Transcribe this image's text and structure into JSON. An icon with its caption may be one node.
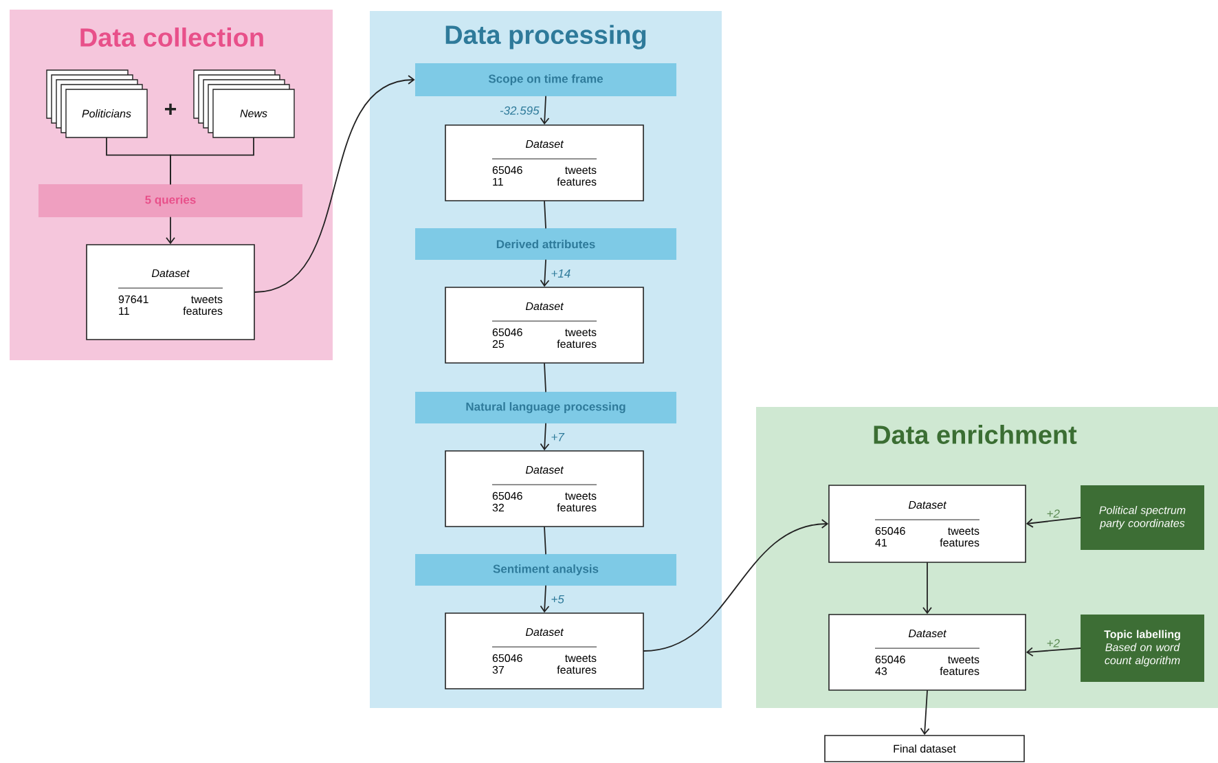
{
  "diagram": {
    "nodes": [
      {
        "text": [
          "Data collection"
        ]
      },
      {
        "text": [
          "Politicians"
        ],
        "in": 0
      },
      {
        "text": [
          "News"
        ],
        "in": 0
      },
      {
        "text": [
          "5 queries"
        ],
        "in": 0
      },
      {
        "text": [
          "Dataset",
          "97641",
          "tweets",
          "11",
          "features"
        ],
        "in": 0
      },
      {
        "text": [
          "Data processing"
        ]
      },
      {
        "text": [
          "Scope on time frame"
        ],
        "in": 5
      },
      {
        "text": [
          "Dataset",
          "65046",
          "tweets",
          "11",
          "features"
        ],
        "in": 5
      },
      {
        "text": [
          "Derived attributes"
        ],
        "in": 5
      },
      {
        "text": [
          "Dataset",
          "65046",
          "tweets",
          "25",
          "features"
        ],
        "in": 5
      },
      {
        "text": [
          "Natural language processing"
        ],
        "in": 5
      },
      {
        "text": [
          "Dataset",
          "65046",
          "tweets",
          "32",
          "features"
        ],
        "in": 5
      },
      {
        "text": [
          "Sentiment analysis"
        ],
        "in": 5
      },
      {
        "text": [
          "Dataset",
          "65046",
          "tweets",
          "37",
          "features"
        ],
        "in": 5
      },
      {
        "text": [
          "Data enrichment"
        ]
      },
      {
        "text": [
          "Dataset",
          "65046",
          "tweets",
          "41",
          "features"
        ],
        "in": 14
      },
      {
        "text": [
          "Political spectrum party coordinates"
        ],
        "in": 14
      },
      {
        "text": [
          "Dataset",
          "65046",
          "tweets",
          "43",
          "features"
        ],
        "in": 14
      },
      {
        "text": [
          "Topic labelling",
          "Based on word count algorithm"
        ],
        "in": 14
      },
      {
        "text": [
          "Final dataset"
        ]
      }
    ],
    "edges": [
      {
        "from": 1,
        "to": 3,
        "arrow": "none"
      },
      {
        "from": 2,
        "to": 3,
        "arrow": "none"
      },
      {
        "from": 3,
        "to": 4,
        "arrow": "to"
      },
      {
        "from": 4,
        "to": 6,
        "arrow": "to"
      },
      {
        "from": 6,
        "to": 7,
        "arrow": "to",
        "label": "-32.595"
      },
      {
        "from": 7,
        "to": 8,
        "arrow": "none"
      },
      {
        "from": 8,
        "to": 9,
        "arrow": "to",
        "label": "+14"
      },
      {
        "from": 9,
        "to": 10,
        "arrow": "none"
      },
      {
        "from": 10,
        "to": 11,
        "arrow": "to",
        "label": "+7"
      },
      {
        "from": 11,
        "to": 12,
        "arrow": "none"
      },
      {
        "from": 12,
        "to": 13,
        "arrow": "to",
        "label": "+5"
      },
      {
        "from": 13,
        "to": 15,
        "arrow": "to"
      },
      {
        "from": 16,
        "to": 15,
        "arrow": "to",
        "label": "+2"
      },
      {
        "from": 15,
        "to": 17,
        "arrow": "to"
      },
      {
        "from": 18,
        "to": 17,
        "arrow": "to",
        "label": "+2"
      },
      {
        "from": 17,
        "to": 19,
        "arrow": "to"
      }
    ],
    "labels": [
      "+"
    ]
  }
}
